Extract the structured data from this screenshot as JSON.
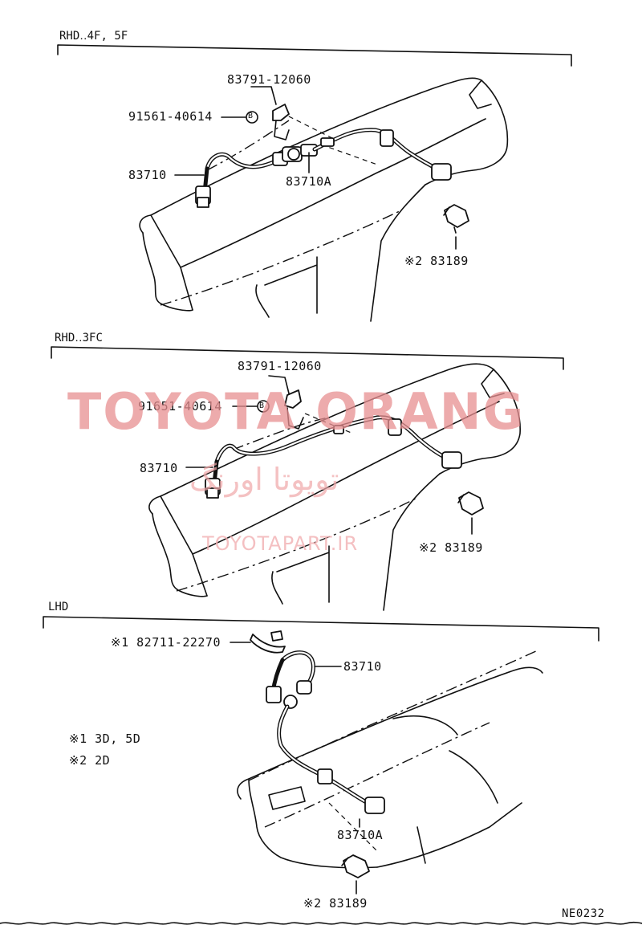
{
  "sections": [
    {
      "title": "RHD‥4F, 5F",
      "labels": {
        "clamp": "83791-12060",
        "bolt": "91561-40614",
        "bolt_mark": "B",
        "cable": "83710",
        "cable_a": "83710A",
        "note_sleeve": "※2  83189"
      }
    },
    {
      "title": "RHD‥3FC",
      "labels": {
        "clamp": "83791-12060",
        "bolt": "91651-40614",
        "bolt_mark": "B",
        "cable": "83710",
        "note_sleeve": "※2  83189"
      }
    },
    {
      "title": "LHD",
      "labels": {
        "grommet": "※1  82711-22270",
        "cable": "83710",
        "cable_a": "83710A",
        "note_sleeve": "※2  83189"
      },
      "notes": [
        "※1  3D, 5D",
        "※2  2D"
      ]
    }
  ],
  "footer_code": "NE0232",
  "watermark": {
    "main": "TOYOTA ORANG",
    "persian": "تويوتا اورنگ",
    "url": "TOYOTAPART.IR"
  }
}
